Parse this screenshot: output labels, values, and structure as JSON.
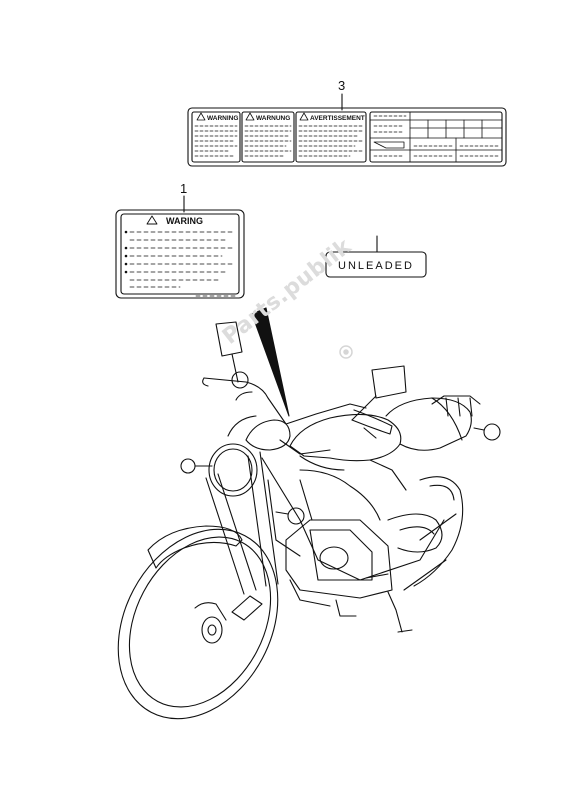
{
  "watermark": "Parts.publik",
  "callouts": {
    "one": "1",
    "three": "3"
  },
  "label_1": {
    "title": "WARING"
  },
  "label_3": {
    "warning": "WARNING",
    "warnung": "WARNUNG",
    "avertissement": "AVERTISSEMENT"
  },
  "unleaded_label": {
    "text": "UNLEADED"
  },
  "colors": {
    "line": "#111111",
    "watermark": "#dcdcdc",
    "background": "#ffffff"
  }
}
